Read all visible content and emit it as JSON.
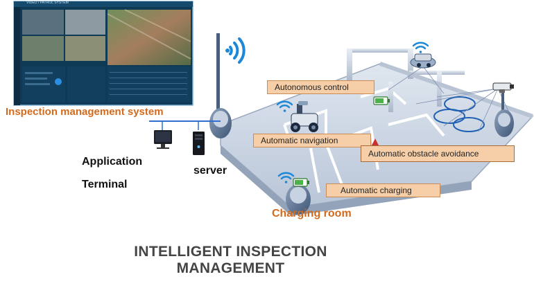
{
  "dashboard": {
    "window_title": "VIDEO  / PATROL SYSTEM"
  },
  "labels": {
    "autonomous_control": "Autonomous control",
    "automatic_navigation": "Automatic navigation",
    "automatic_obstacle_avoidance": "Automatic obstacle avoidance",
    "automatic_charging": "Automatic charging"
  },
  "captions": {
    "inspection_system": "Inspection management system",
    "application": "Application",
    "terminal": "Terminal",
    "server": "server",
    "charging_room": "Charging room"
  },
  "title": {
    "line1": "INTELLIGENT INSPECTION",
    "line2": "MANAGEMENT"
  },
  "colors": {
    "accent_orange": "#d46a1c",
    "label_fill": "#f6cfa9",
    "floor": "#c8d3e2",
    "dashboard_bg": "#0f3a55",
    "wifi_blue": "#1e88d8"
  },
  "icons": [
    "wifi-icon",
    "battery-icon",
    "monitor-icon",
    "server-tower-icon",
    "camera-icon",
    "robot-icon"
  ]
}
